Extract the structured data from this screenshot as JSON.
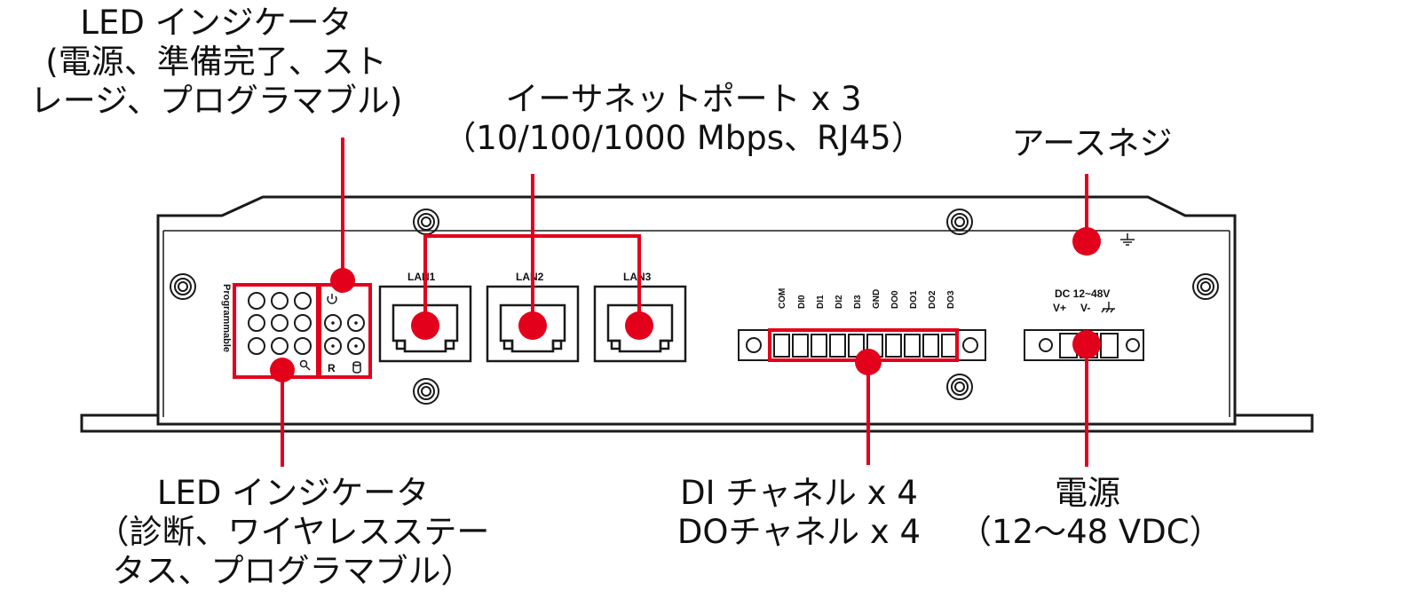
{
  "callouts": {
    "led_status": {
      "lines": [
        "LED インジケータ",
        "(電源、準備完了、スト",
        "レージ、プログラマブル)"
      ]
    },
    "ethernet": {
      "lines": [
        "イーサネットポート x 3",
        "（10/100/1000 Mbps、RJ45）"
      ]
    },
    "earth": {
      "lines": [
        "アースネジ"
      ]
    },
    "led_diag": {
      "lines": [
        "LED インジケータ",
        "（診断、ワイヤレスステー",
        "タス、プログラマブル）"
      ]
    },
    "dio": {
      "lines": [
        "DI チャネル x 4",
        "DOチャネル x 4"
      ]
    },
    "power": {
      "lines": [
        "電源",
        "（12～48 VDC）"
      ]
    }
  },
  "device": {
    "programmable_label": "Programmable",
    "lan_labels": [
      "LAN1",
      "LAN2",
      "LAN3"
    ],
    "dio_labels": [
      "COM",
      "DI0",
      "DI1",
      "DI2",
      "DI3",
      "GND",
      "DO0",
      "DO1",
      "DO2",
      "DO3"
    ],
    "dc_label": "DC 12~48V",
    "dc_pins": [
      "V+",
      "V-"
    ],
    "led_r_label": "R"
  },
  "colors": {
    "highlight": "#e3001b",
    "outline": "#1a1a1a"
  }
}
